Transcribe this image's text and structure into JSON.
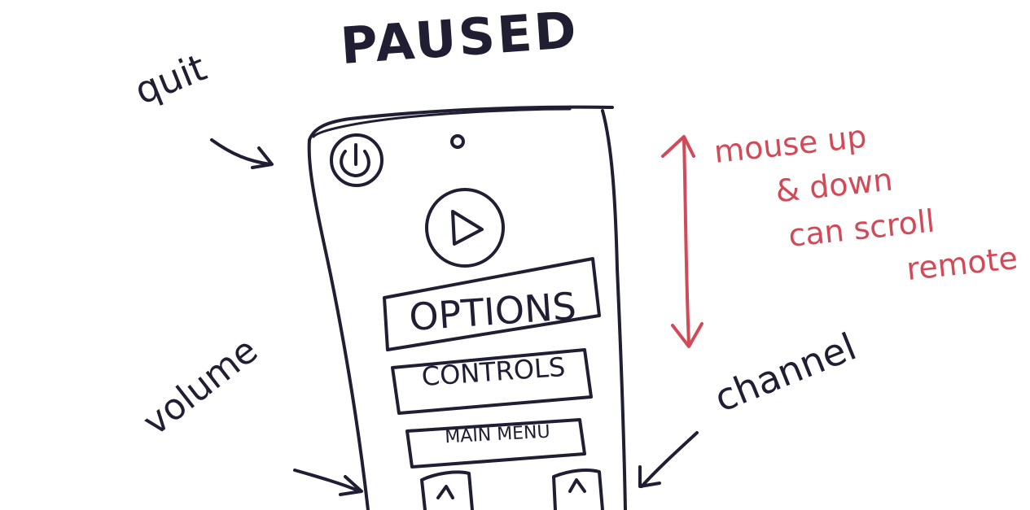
{
  "title": "PAUSED",
  "annotations": {
    "quit": "quit",
    "volume": "volume",
    "channel": "channel",
    "scroll_note": [
      "mouse up",
      "& down",
      "can scroll",
      "remote"
    ]
  },
  "remote": {
    "options_label": "OPTIONS",
    "controls_label": "CONTROLS",
    "main_menu_label": "MAIN MENU"
  },
  "colors": {
    "ink": "#1f1e33",
    "accent": "#d24a57",
    "background": "#ffffff"
  },
  "icons": [
    "power-icon",
    "play-icon",
    "up-arrow-icon",
    "double-headed-arrow-icon"
  ]
}
